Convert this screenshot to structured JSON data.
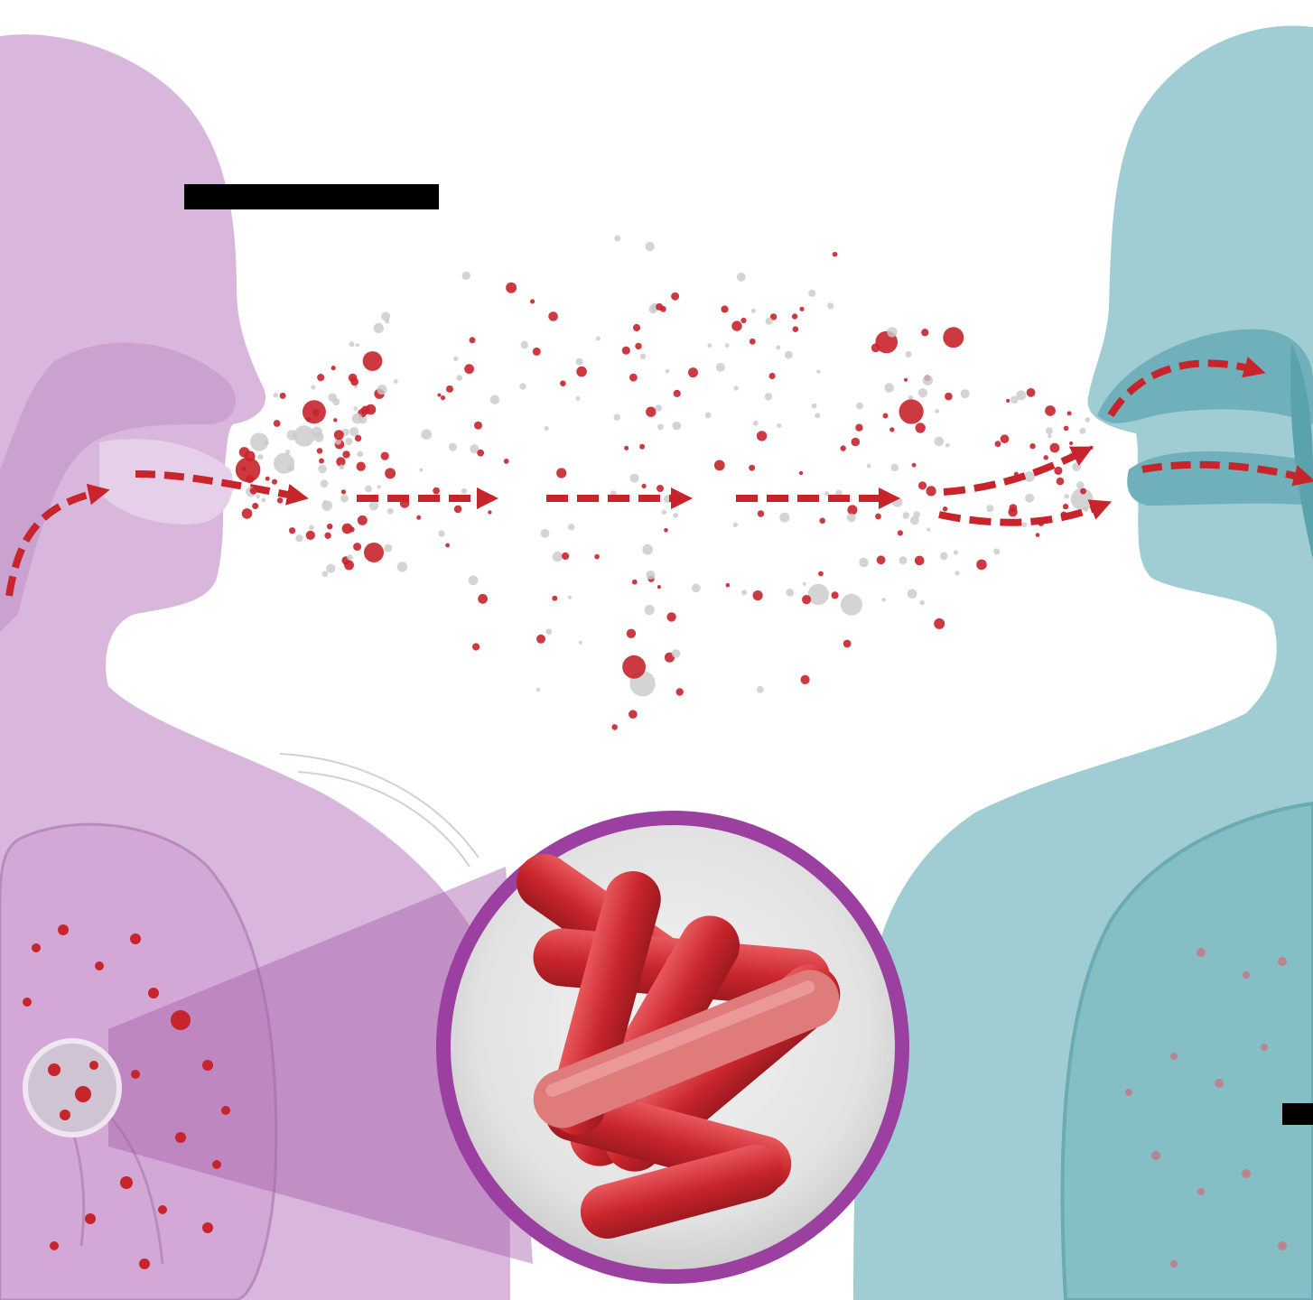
{
  "colors": {
    "source_body": "#d9b7dc",
    "source_body_dark": "#c79ccc",
    "recipient_body": "#9fcdd3",
    "recipient_body_dark": "#7ab7bf",
    "pathogen": "#c8242b",
    "pathogen_light": "#e0686a",
    "droplet_grey": "#c9c9c9",
    "magnifier_ring": "#9b3fa0",
    "redaction": "#000000"
  },
  "icons": {
    "transmission_arrows": "dashed-arrow-right-icon",
    "magnifier": "magnifier-circle-icon",
    "bacteria": "rod-bacteria-icon"
  },
  "figures": [
    "infected-person",
    "exposed-person"
  ],
  "redacted_labels": 2
}
